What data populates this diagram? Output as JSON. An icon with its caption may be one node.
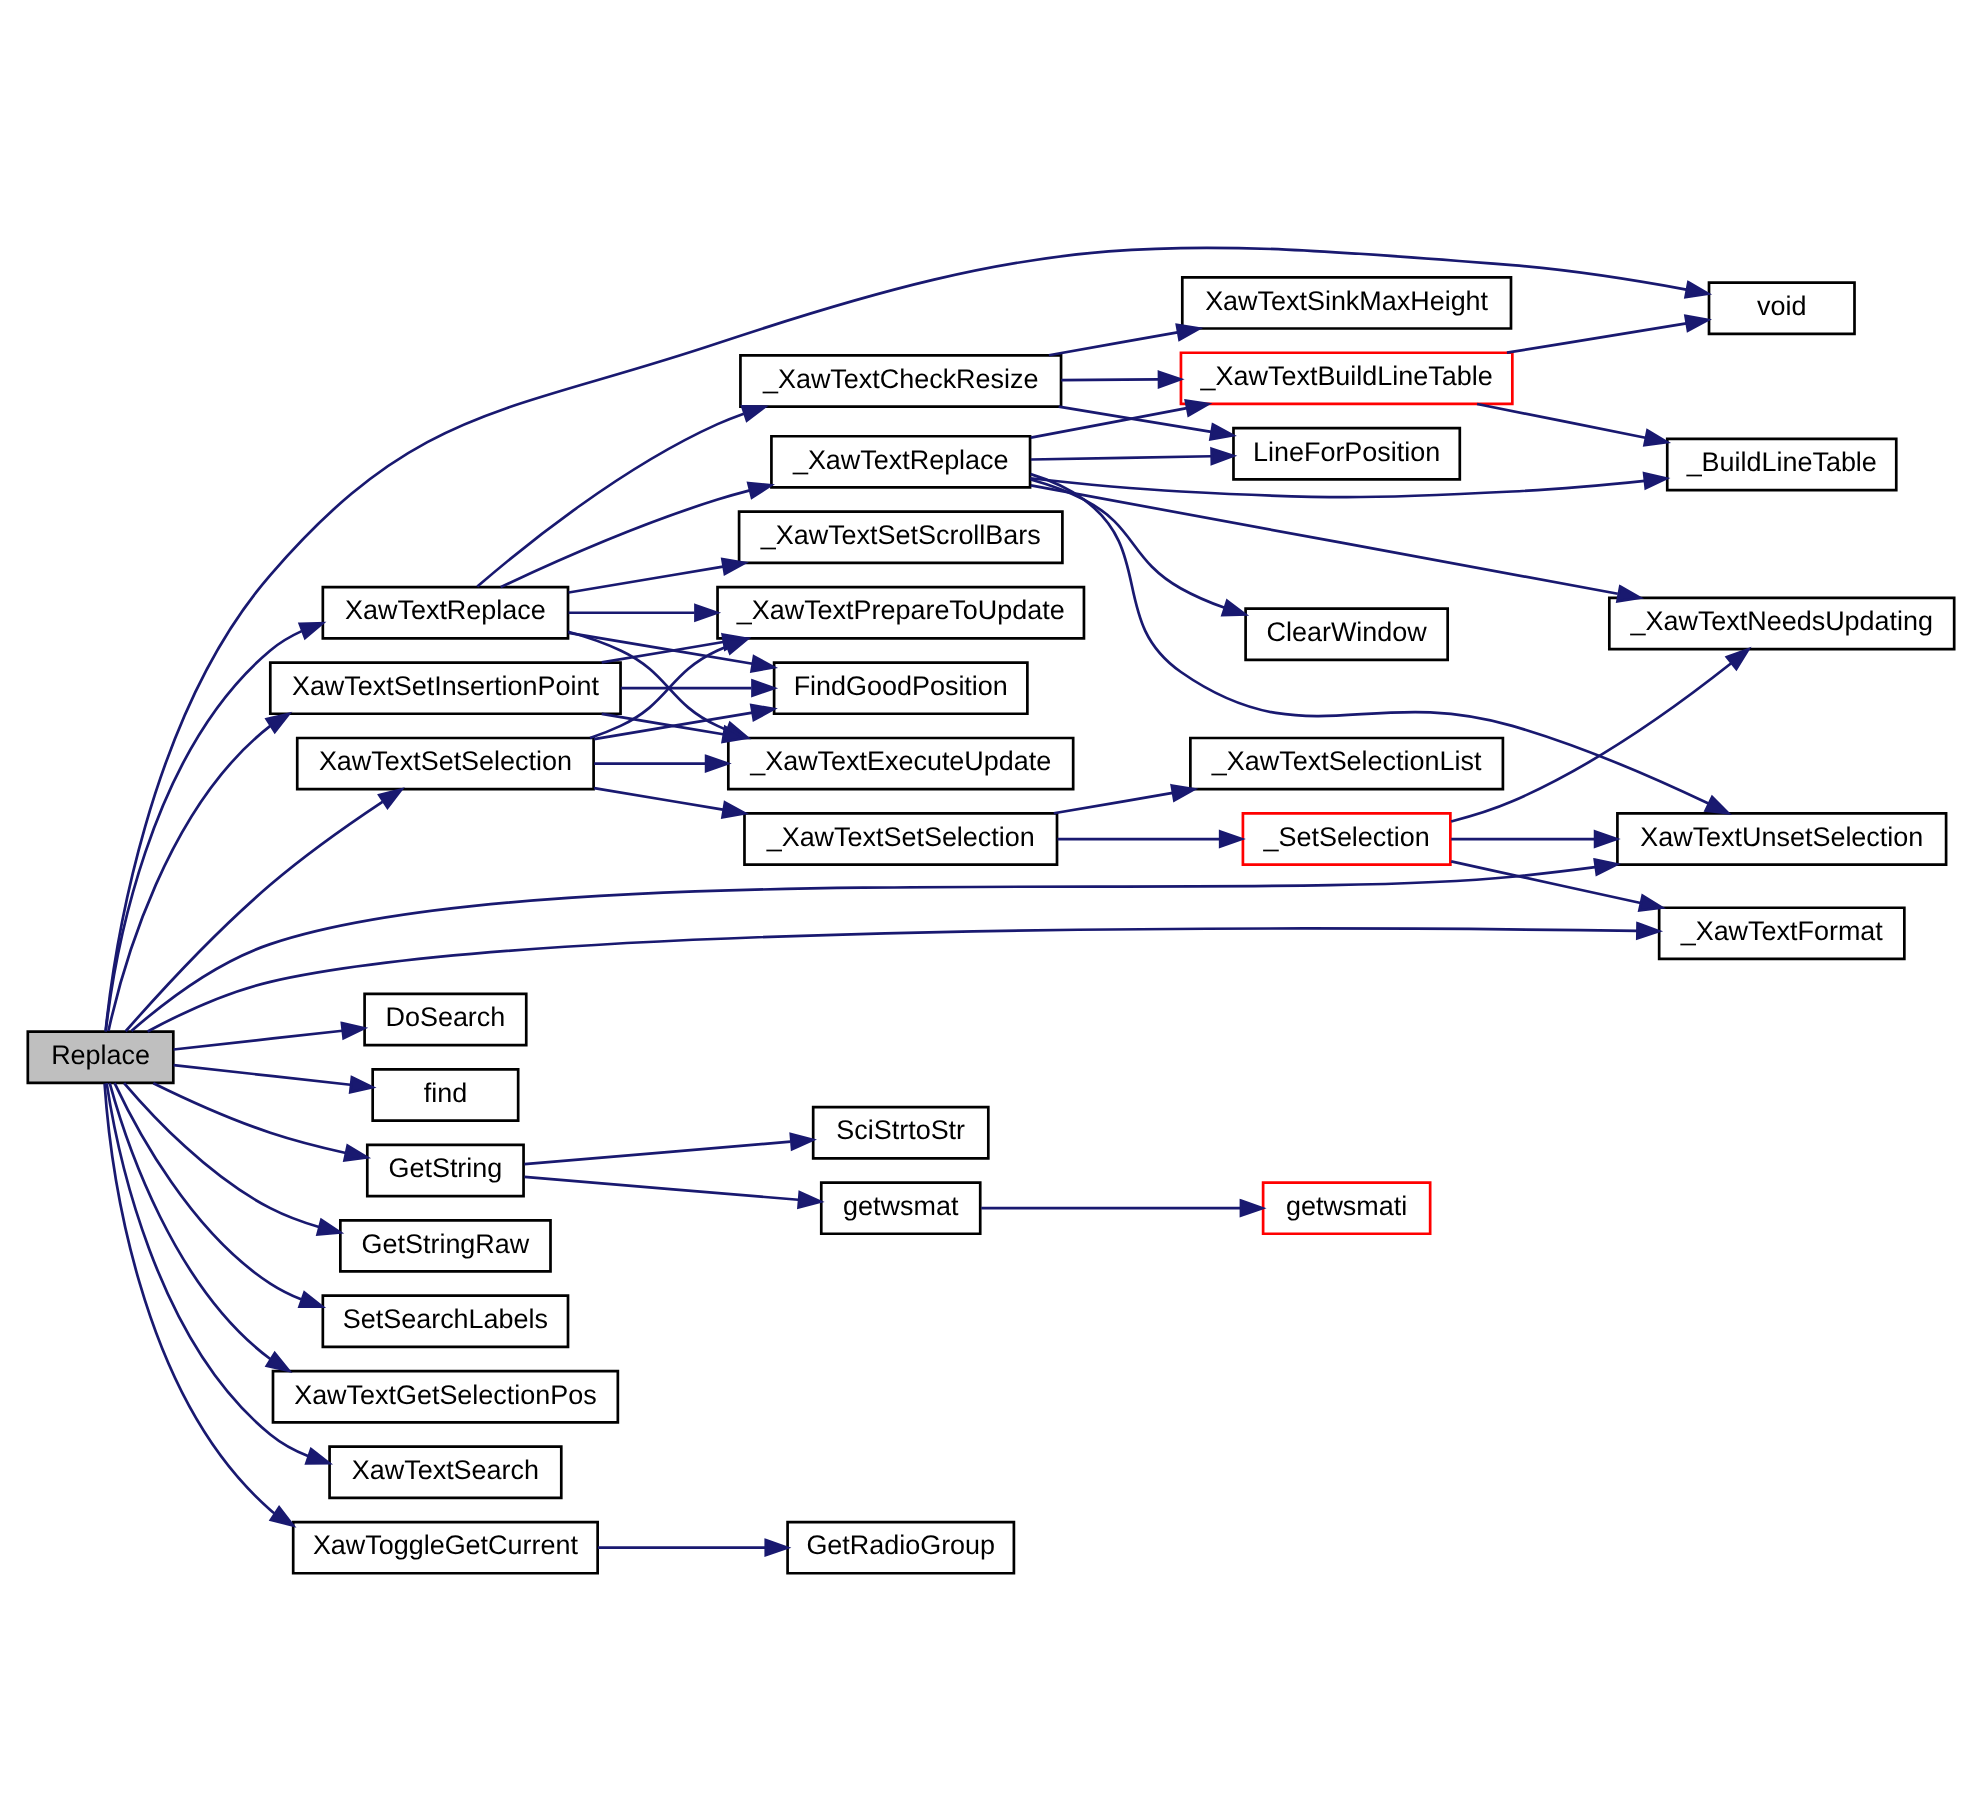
{
  "diagram": {
    "nodes": [
      {
        "text": [
          "Replace"
        ]
      },
      {
        "text": [
          "void"
        ]
      },
      {
        "text": [
          "DoSearch"
        ]
      },
      {
        "text": [
          "find"
        ]
      },
      {
        "text": [
          "GetString"
        ]
      },
      {
        "text": [
          "getwsmat"
        ]
      },
      {
        "text": [
          "getwsmati"
        ]
      },
      {
        "text": [
          "SciStrtoStr"
        ]
      },
      {
        "text": [
          "GetStringRaw"
        ]
      },
      {
        "text": [
          "SetSearchLabels"
        ]
      },
      {
        "text": [
          "XawTextGetSelectionPos"
        ]
      },
      {
        "text": [
          "XawTextReplace"
        ]
      },
      {
        "text": [
          "_XawTextCheckResize"
        ]
      },
      {
        "text": [
          "XawTextSinkMaxHeight"
        ]
      },
      {
        "text": [
          "LineForPosition"
        ]
      },
      {
        "text": [
          "_XawTextBuildLineTable"
        ]
      },
      {
        "text": [
          "_XawTextSetScrollBars"
        ]
      },
      {
        "text": [
          "_XawTextReplace"
        ]
      },
      {
        "text": [
          "_BuildLineTable"
        ]
      },
      {
        "text": [
          "ClearWindow"
        ]
      },
      {
        "text": [
          "_XawTextFormat"
        ]
      },
      {
        "text": [
          "XawTextSetInsertionPoint"
        ]
      },
      {
        "text": [
          "FindGoodPosition"
        ]
      },
      {
        "text": [
          "XawTextSearch"
        ]
      },
      {
        "text": [
          "_XawTextExecuteUpdate"
        ]
      },
      {
        "text": [
          "_XawTextNeedsUpdating"
        ]
      },
      {
        "text": [
          "XawTextSetSelection"
        ]
      },
      {
        "text": [
          "_XawTextPrepareToUpdate"
        ]
      },
      {
        "text": [
          "_SetSelection"
        ]
      },
      {
        "text": [
          "_XawTextSetSelection"
        ]
      },
      {
        "text": [
          "XawTextUnsetSelection"
        ]
      },
      {
        "text": [
          "_XawTextSelectionList"
        ]
      },
      {
        "text": [
          "XawToggleGetCurrent"
        ]
      },
      {
        "text": [
          "GetRadioGroup"
        ]
      }
    ],
    "edges": [
      {
        "from": 0,
        "to": 1,
        "arrow": "to"
      },
      {
        "from": 0,
        "to": 2,
        "arrow": "to"
      },
      {
        "from": 0,
        "to": 3,
        "arrow": "to"
      },
      {
        "from": 0,
        "to": 4,
        "arrow": "to"
      },
      {
        "from": 0,
        "to": 8,
        "arrow": "to"
      },
      {
        "from": 0,
        "to": 9,
        "arrow": "to"
      },
      {
        "from": 0,
        "to": 20,
        "arrow": "to"
      },
      {
        "from": 0,
        "to": 10,
        "arrow": "to"
      },
      {
        "from": 0,
        "to": 11,
        "arrow": "to"
      },
      {
        "from": 0,
        "to": 21,
        "arrow": "to"
      },
      {
        "from": 0,
        "to": 23,
        "arrow": "to"
      },
      {
        "from": 0,
        "to": 26,
        "arrow": "to"
      },
      {
        "from": 0,
        "to": 30,
        "arrow": "to"
      },
      {
        "from": 0,
        "to": 32,
        "arrow": "to"
      },
      {
        "from": 4,
        "to": 5,
        "arrow": "to"
      },
      {
        "from": 4,
        "to": 7,
        "arrow": "to"
      },
      {
        "from": 5,
        "to": 6,
        "arrow": "to"
      },
      {
        "from": 11,
        "to": 12,
        "arrow": "to"
      },
      {
        "from": 11,
        "to": 16,
        "arrow": "to"
      },
      {
        "from": 11,
        "to": 17,
        "arrow": "to"
      },
      {
        "from": 11,
        "to": 22,
        "arrow": "to"
      },
      {
        "from": 11,
        "to": 24,
        "arrow": "to"
      },
      {
        "from": 11,
        "to": 27,
        "arrow": "to"
      },
      {
        "from": 12,
        "to": 13,
        "arrow": "to"
      },
      {
        "from": 12,
        "to": 14,
        "arrow": "to"
      },
      {
        "from": 12,
        "to": 15,
        "arrow": "to"
      },
      {
        "from": 15,
        "to": 1,
        "arrow": "to"
      },
      {
        "from": 15,
        "to": 18,
        "arrow": "to"
      },
      {
        "from": 17,
        "to": 14,
        "arrow": "to"
      },
      {
        "from": 17,
        "to": 15,
        "arrow": "to"
      },
      {
        "from": 17,
        "to": 18,
        "arrow": "to"
      },
      {
        "from": 17,
        "to": 19,
        "arrow": "to"
      },
      {
        "from": 17,
        "to": 25,
        "arrow": "to"
      },
      {
        "from": 17,
        "to": 30,
        "arrow": "to"
      },
      {
        "from": 21,
        "to": 22,
        "arrow": "to"
      },
      {
        "from": 21,
        "to": 24,
        "arrow": "to"
      },
      {
        "from": 21,
        "to": 27,
        "arrow": "to"
      },
      {
        "from": 26,
        "to": 22,
        "arrow": "to"
      },
      {
        "from": 26,
        "to": 24,
        "arrow": "to"
      },
      {
        "from": 26,
        "to": 27,
        "arrow": "to"
      },
      {
        "from": 26,
        "to": 29,
        "arrow": "to"
      },
      {
        "from": 28,
        "to": 20,
        "arrow": "to"
      },
      {
        "from": 28,
        "to": 25,
        "arrow": "to"
      },
      {
        "from": 28,
        "to": 30,
        "arrow": "to"
      },
      {
        "from": 29,
        "to": 28,
        "arrow": "to"
      },
      {
        "from": 29,
        "to": 31,
        "arrow": "to"
      },
      {
        "from": 32,
        "to": 33,
        "arrow": "to"
      }
    ]
  }
}
